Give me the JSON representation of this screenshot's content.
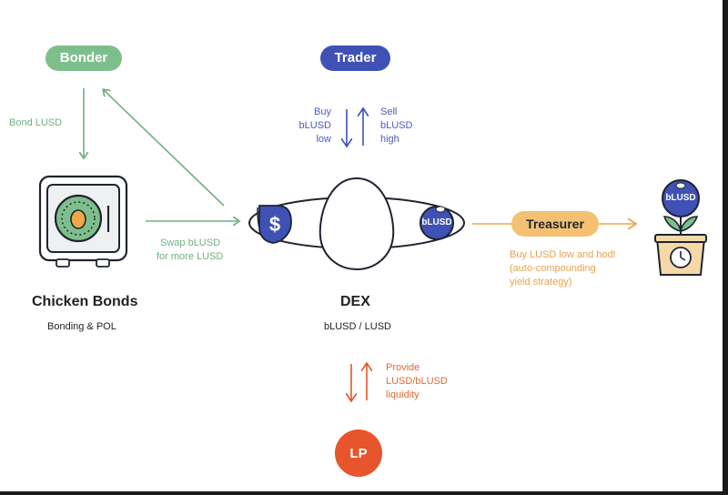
{
  "colors": {
    "green": "#6fb27f",
    "blue": "#3f51b5",
    "orange": "#f0a64a",
    "red": "#e8542b",
    "dark": "#1f2430"
  },
  "bonder": {
    "label": "Bonder"
  },
  "bond_arrow": {
    "label": "Bond LUSD"
  },
  "chicken_bonds": {
    "title": "Chicken Bonds",
    "subtitle": "Bonding & POL",
    "icon": "safe-with-egg-icon"
  },
  "swap_arrow": {
    "label_line1": "Swap bLUSD",
    "label_line2": "for more LUSD"
  },
  "trader": {
    "label": "Trader"
  },
  "buy": {
    "line1": "Buy",
    "line2": "bLUSD",
    "line3": "low"
  },
  "sell": {
    "line1": "Sell",
    "line2": "bLUSD",
    "line3": "high"
  },
  "dex": {
    "title": "DEX",
    "subtitle": "bLUSD / LUSD"
  },
  "tokens": {
    "lusd_icon": "lusd-dollar-icon",
    "blusd_label": "bLUSD"
  },
  "treasurer": {
    "label": "Treasurer",
    "line1": "Buy LUSD low and hodl",
    "line2": "(auto-compounding",
    "line3": "yield strategy)",
    "plant_label": "bLUSD"
  },
  "provide": {
    "line1": "Provide",
    "line2": "LUSD/bLUSD",
    "line3": "liquidity"
  },
  "lp": {
    "label": "LP"
  }
}
